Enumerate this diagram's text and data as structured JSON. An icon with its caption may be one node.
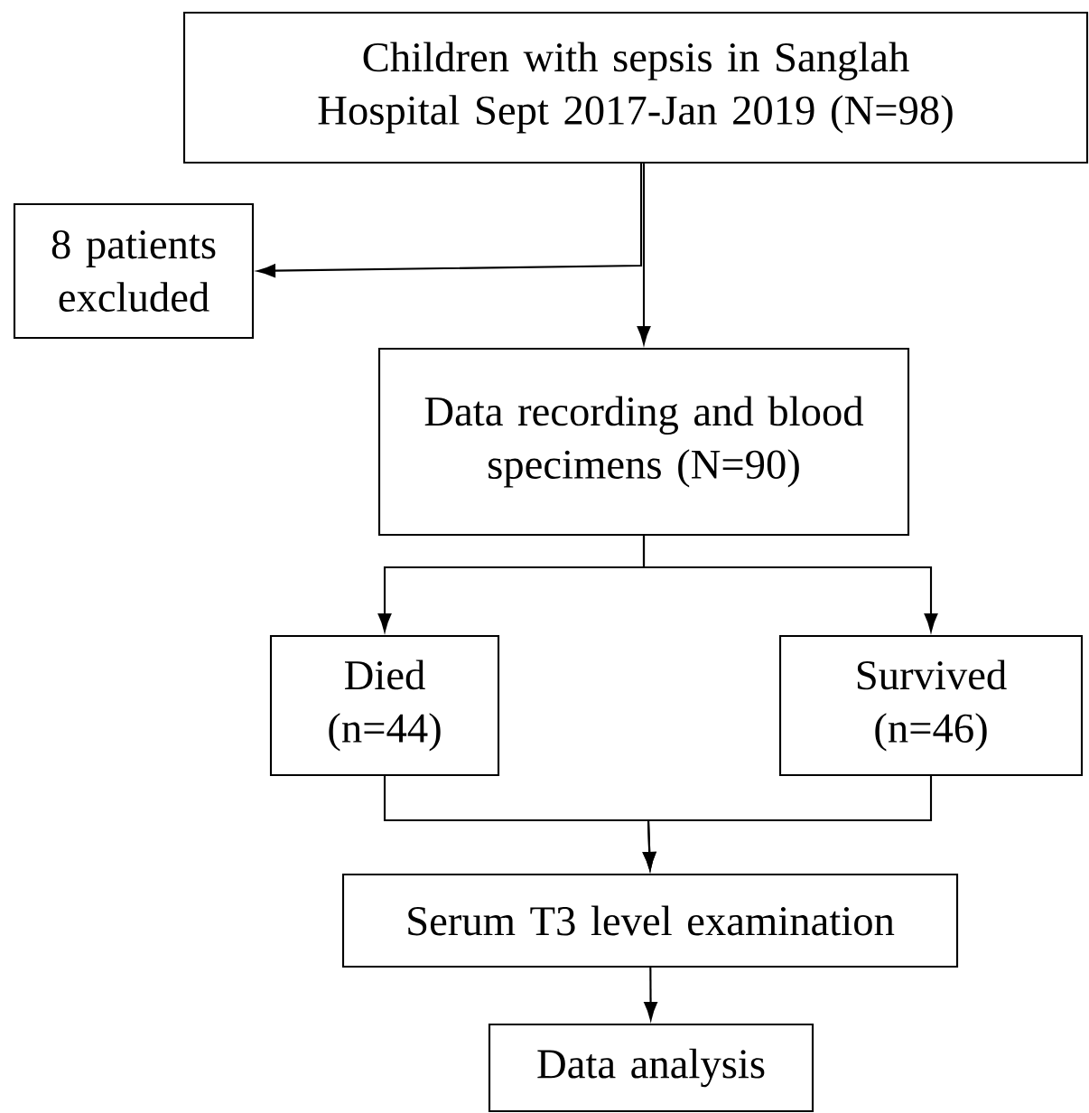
{
  "diagram": {
    "nodes": [
      {
        "text": [
          "Children with sepsis in Sanglah Hospital Sept 2017-Jan 2019 (N=98)"
        ]
      },
      {
        "text": [
          "8 patients excluded"
        ]
      },
      {
        "text": [
          "Data recording and blood specimens (N=90)"
        ]
      },
      {
        "text": [
          "Died (n=44)"
        ]
      },
      {
        "text": [
          "Survived (n=46)"
        ]
      },
      {
        "text": [
          "Serum T3 level examination"
        ]
      },
      {
        "text": [
          "Data analysis"
        ]
      }
    ],
    "edges": [
      {
        "from": 0,
        "to": 1,
        "arrow": "to"
      },
      {
        "from": 0,
        "to": 2,
        "arrow": "to"
      },
      {
        "from": 2,
        "to": 3,
        "arrow": "to"
      },
      {
        "from": 2,
        "to": 4,
        "arrow": "to"
      },
      {
        "from": 3,
        "to": 5,
        "arrow": "to"
      },
      {
        "from": 4,
        "to": 5,
        "arrow": "to"
      },
      {
        "from": 5,
        "to": 6,
        "arrow": "to"
      }
    ]
  }
}
